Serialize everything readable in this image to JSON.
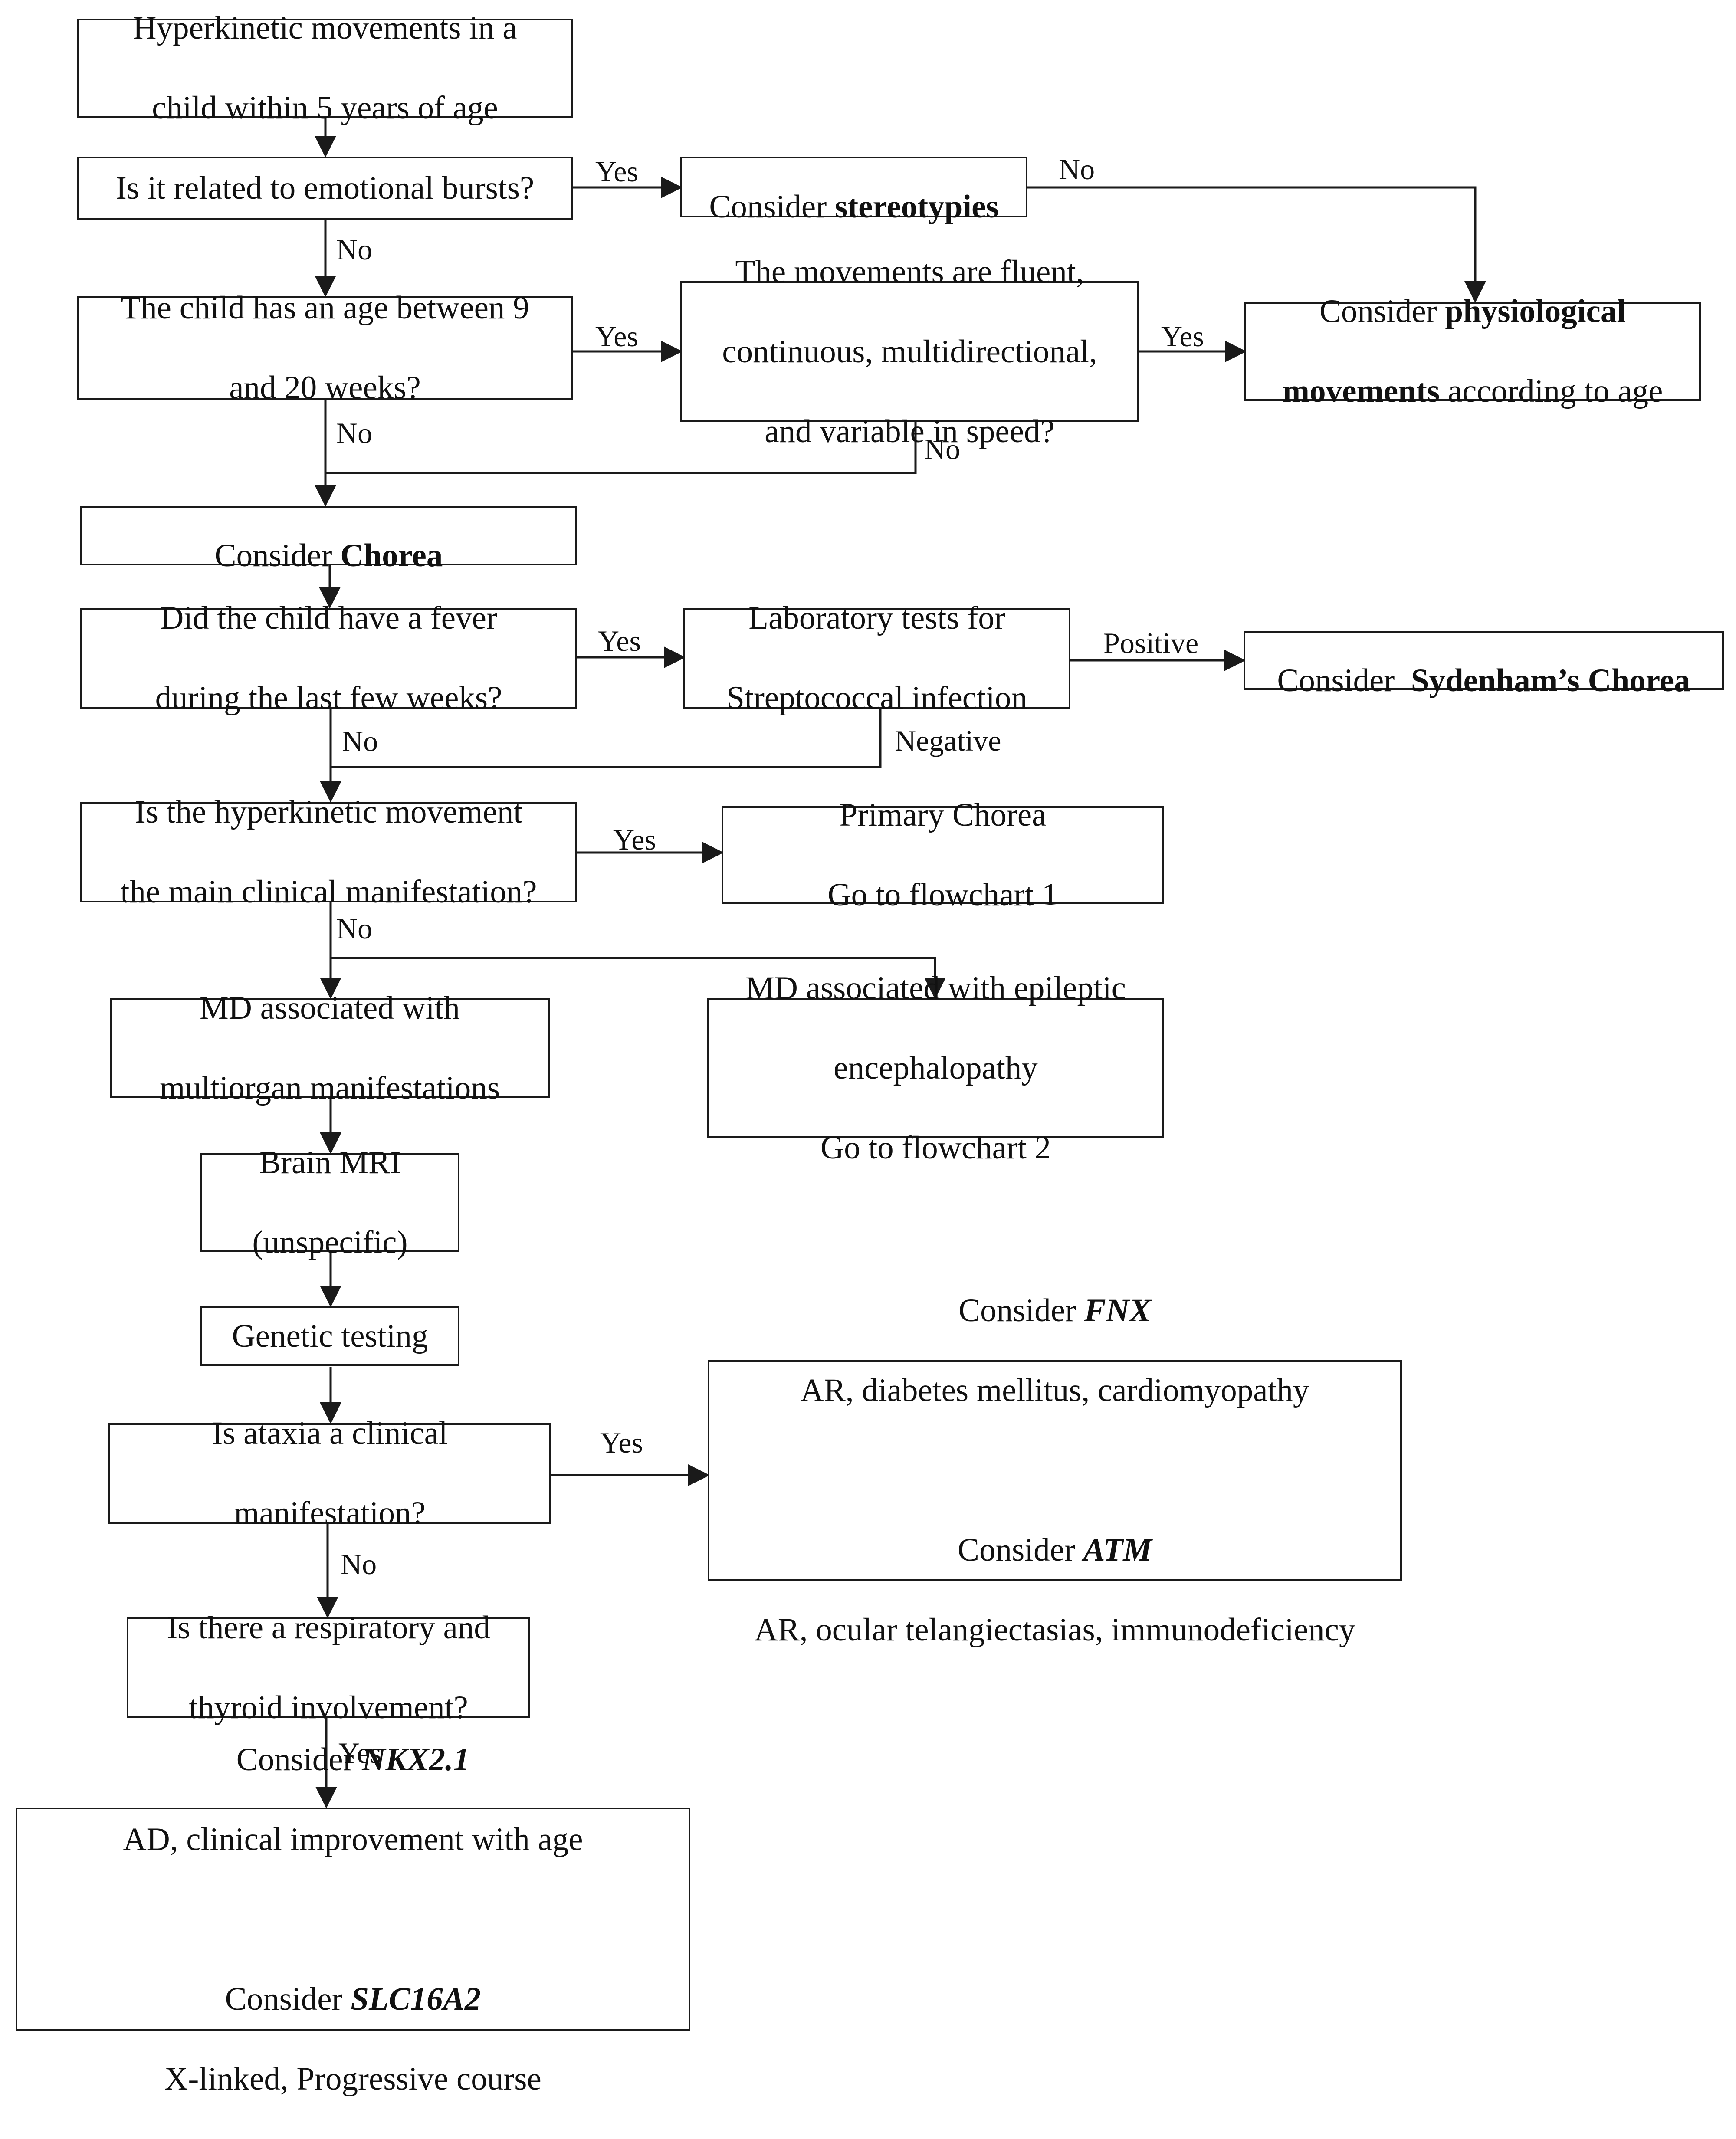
{
  "nodes": {
    "start": {
      "lines": [
        "Hyperkinetic movements in a",
        "child within 5 years of age"
      ]
    },
    "q_emotional": {
      "lines": [
        "Is it related to emotional bursts?"
      ]
    },
    "stereotypies": {
      "prefix": "Consider ",
      "bold": "stereotypies"
    },
    "q_age": {
      "lines": [
        "The child has an age between 9",
        "and 20 weeks?"
      ]
    },
    "q_fluent": {
      "lines": [
        "The movements are fluent,",
        "continuous, multidirectional,",
        "and variable in speed?"
      ]
    },
    "physiological": {
      "prefix": "Consider ",
      "bold": "physiological",
      "bold2": "movements",
      "suffix": " according to age"
    },
    "chorea": {
      "prefix": "Consider ",
      "bold": "Chorea"
    },
    "q_fever": {
      "lines": [
        "Did the child have a fever",
        "during the last few weeks?"
      ]
    },
    "lab_tests": {
      "lines": [
        "Laboratory tests for",
        "Streptococcal infection"
      ]
    },
    "sydenham": {
      "prefix": "Consider  ",
      "bold": "Sydenham’s Chorea"
    },
    "q_main": {
      "lines": [
        "Is the hyperkinetic movement",
        "the main clinical manifestation?"
      ]
    },
    "primary_chorea": {
      "lines": [
        "Primary Chorea",
        "Go to flowchart 1"
      ]
    },
    "md_multiorgan": {
      "lines": [
        "MD associated with",
        "multiorgan manifestations"
      ]
    },
    "md_epileptic": {
      "lines": [
        "MD associated with epileptic",
        "encephalopathy",
        "Go to flowchart 2"
      ]
    },
    "brain_mri": {
      "lines": [
        "Brain MRI",
        "(unspecific)"
      ]
    },
    "genetic": {
      "lines": [
        "Genetic testing"
      ]
    },
    "q_ataxia": {
      "lines": [
        "Is ataxia a clinical",
        "manifestation?"
      ]
    },
    "fnx_atm": {
      "prefix1": "Consider ",
      "gene1": "FNX",
      "desc1": "AR, diabetes mellitus, cardiomyopathy",
      "prefix2": "Consider ",
      "gene2": "ATM",
      "desc2": "AR, ocular telangiectasias, immunodeficiency"
    },
    "q_resp": {
      "lines": [
        "Is there a respiratory and",
        "thyroid involvement?"
      ]
    },
    "nkx_slc": {
      "prefix1": "Consider ",
      "gene1": "NKX2.1",
      "desc1": "AD, clinical improvement with age",
      "prefix2": "Consider ",
      "gene2": "SLC16A2",
      "desc2": "X-linked, Progressive course"
    }
  },
  "edge_labels": {
    "emotional_yes": "Yes",
    "emotional_no": "No",
    "stereotypies_no": "No",
    "age_yes": "Yes",
    "age_no": "No",
    "fluent_yes": "Yes",
    "fluent_no": "No",
    "fever_yes": "Yes",
    "fever_no": "No",
    "lab_positive": "Positive",
    "lab_negative": "Negative",
    "main_yes": "Yes",
    "main_no": "No",
    "ataxia_yes": "Yes",
    "ataxia_no": "No",
    "resp_yes": "Yes"
  },
  "colors": {
    "stroke": "#1a1a1a",
    "text": "#111111",
    "background": "#ffffff"
  }
}
